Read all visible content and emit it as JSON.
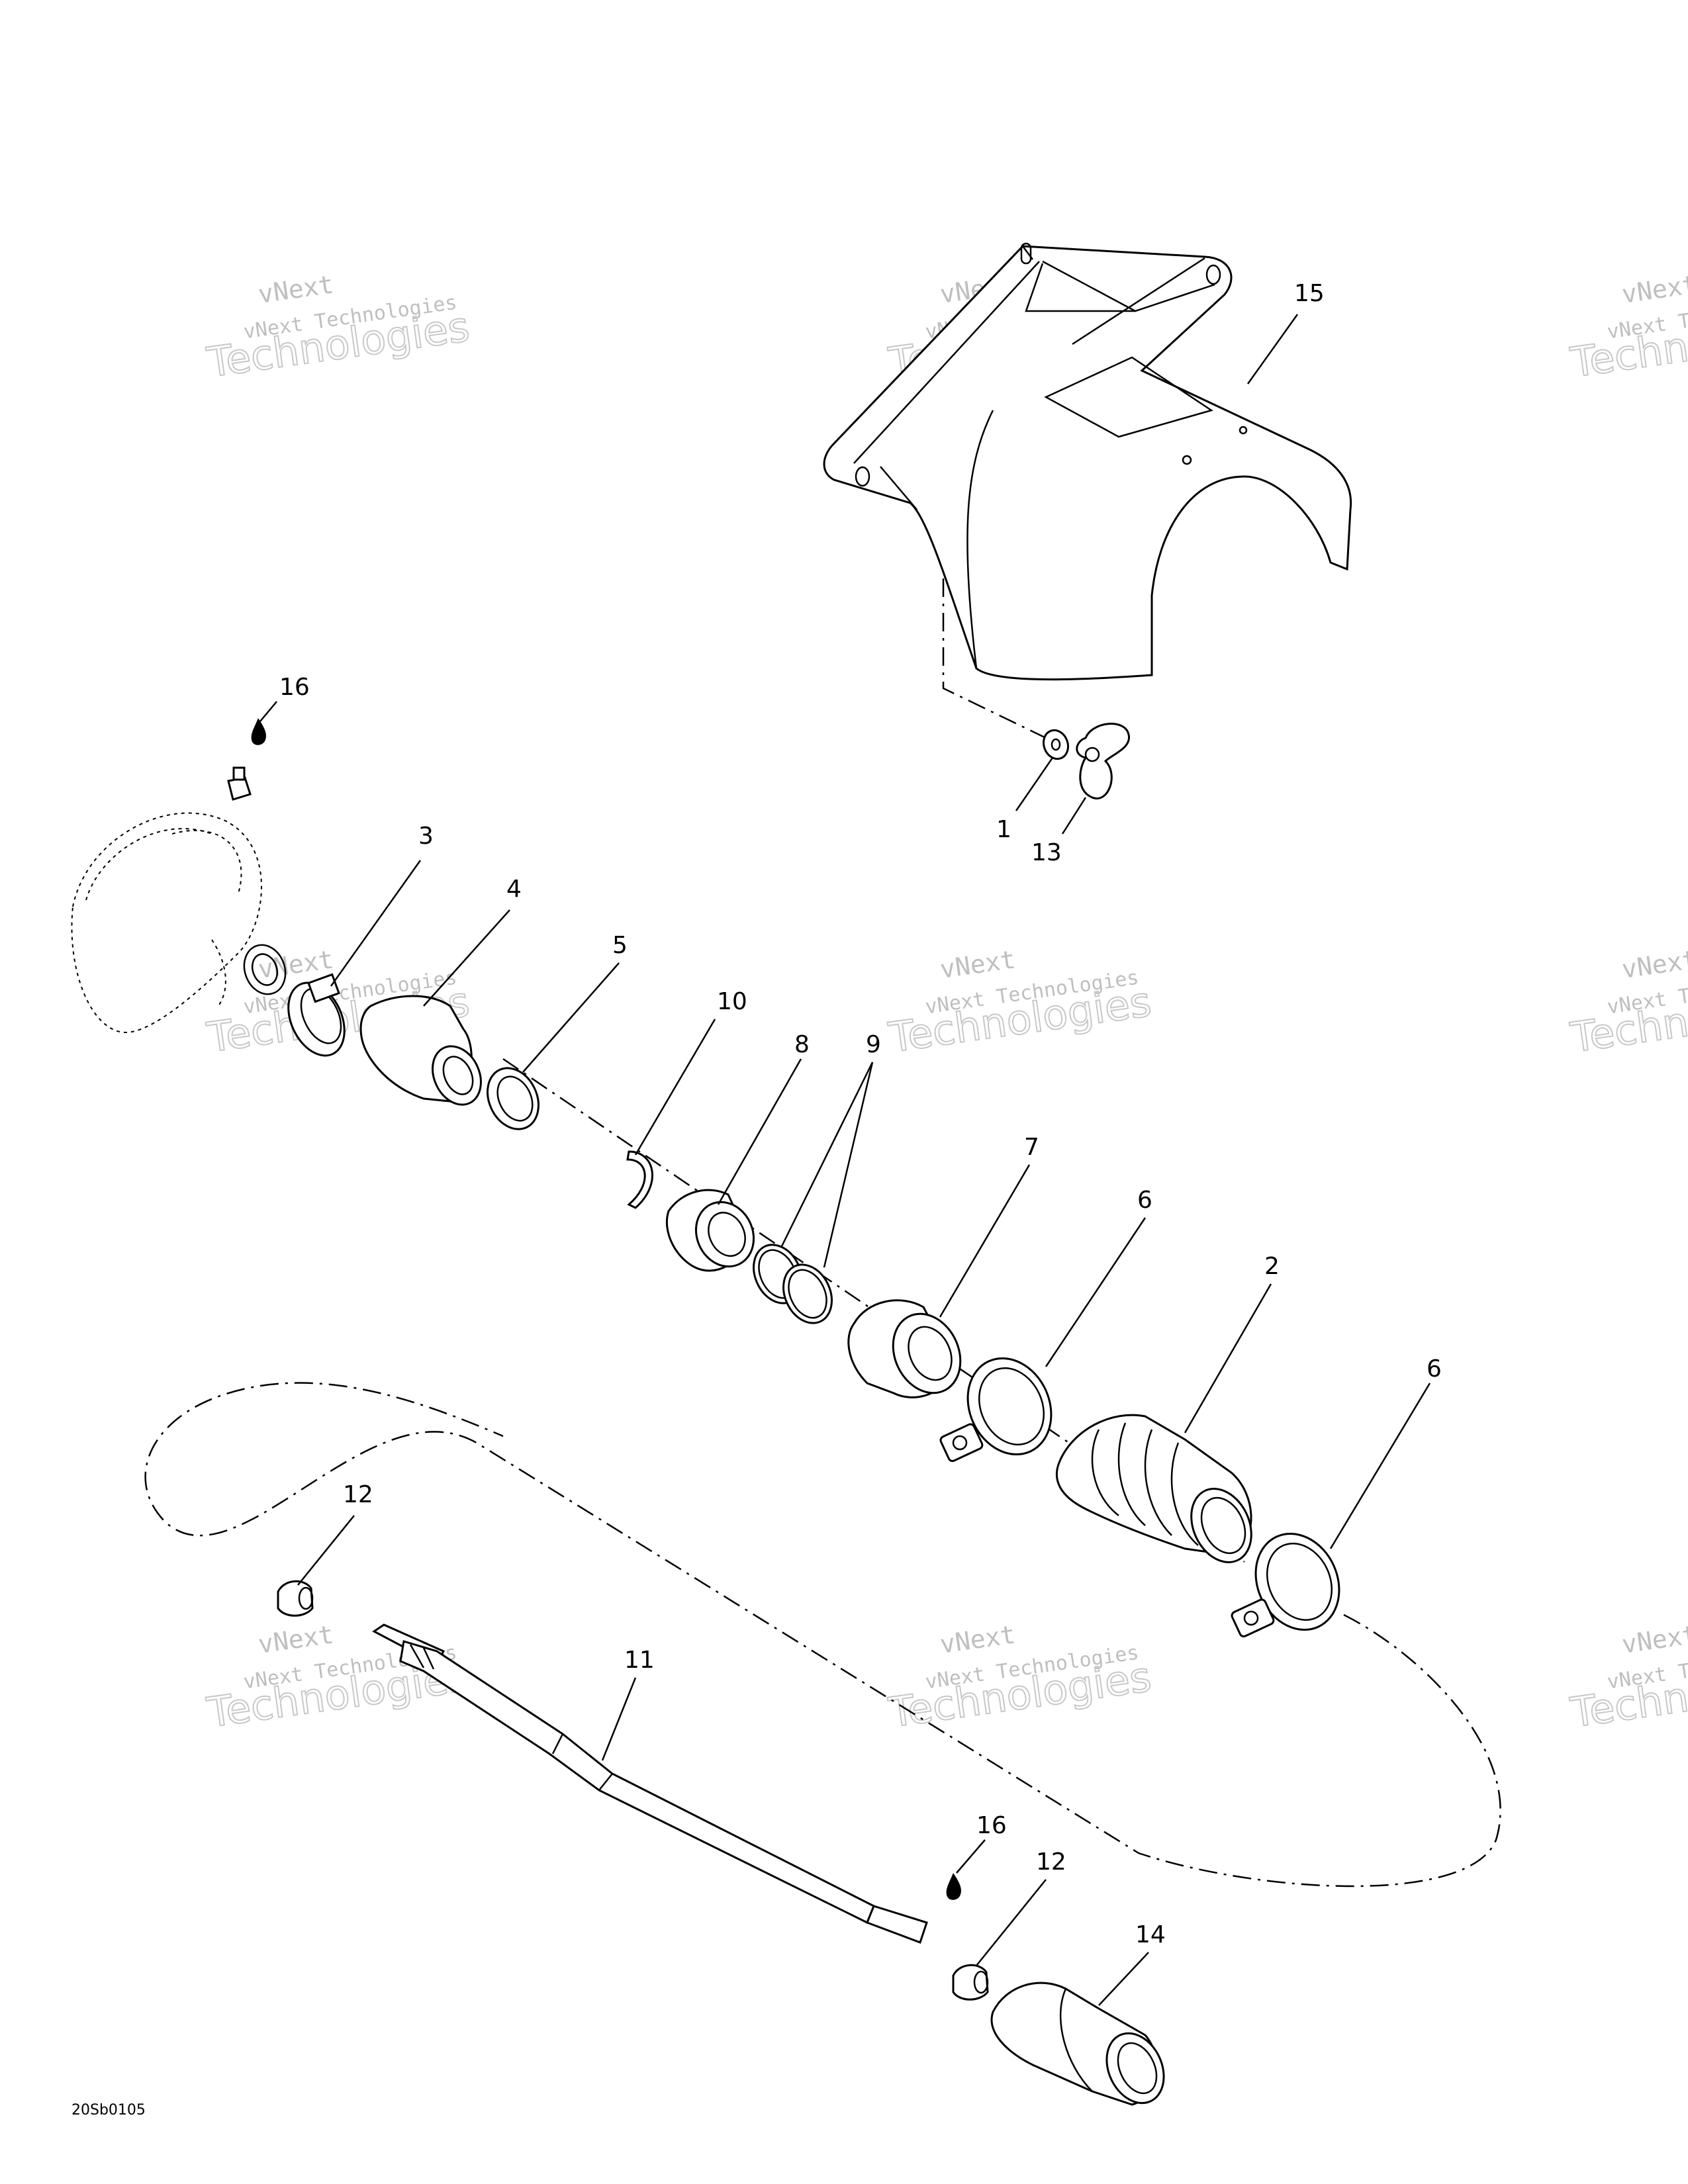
{
  "watermark": {
    "line1": "vNext",
    "line2": "vNext Technologies",
    "line3": "Technologies"
  },
  "figure_ref": "20Sb0105",
  "callouts": {
    "c1": "1",
    "c2": "2",
    "c3": "3",
    "c4": "4",
    "c5": "5",
    "c6a": "6",
    "c6b": "6",
    "c7": "7",
    "c8": "8",
    "c9": "9",
    "c10": "10",
    "c11": "11",
    "c12a": "12",
    "c12b": "12",
    "c13": "13",
    "c14": "14",
    "c15": "15",
    "c16a": "16",
    "c16b": "16"
  }
}
